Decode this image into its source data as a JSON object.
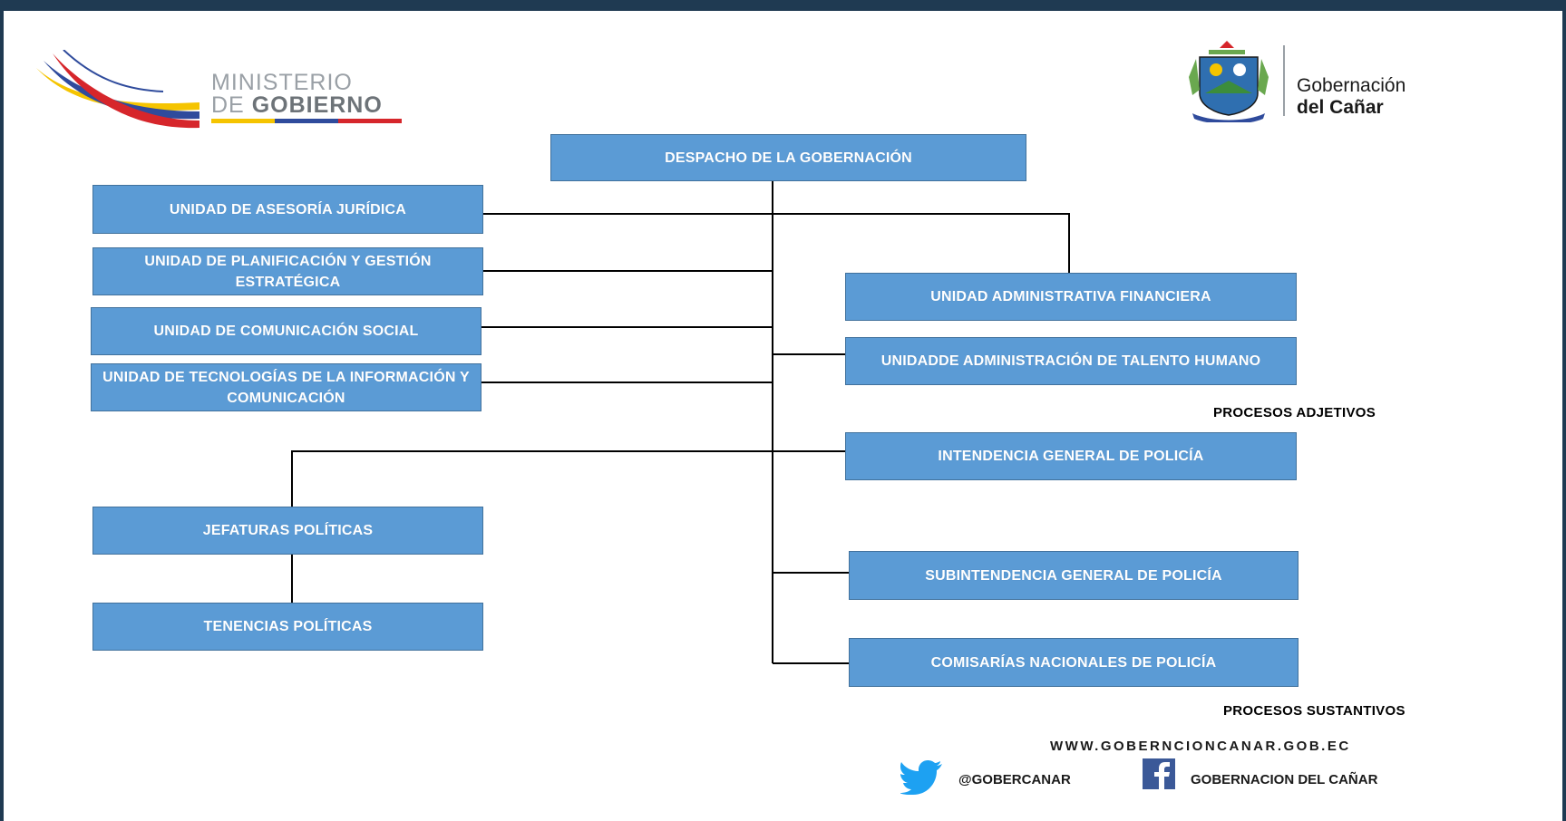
{
  "header": {
    "ministry_line1": "MINISTERIO",
    "ministry_line2_prefix": "DE",
    "ministry_line2_bold": "GOBIERNO",
    "gob_line1": "Gobernación",
    "gob_line2": "del Cañar",
    "colors": {
      "yellow": "#f5c400",
      "blue": "#2f4b9c",
      "red": "#d6262b",
      "chart_box": "#5b9bd5"
    }
  },
  "org": {
    "root": "DESPACHO DE LA GOBERNACIÓN",
    "left_units": [
      "UNIDAD DE ASESORÍA JURÍDICA",
      "UNIDAD DE PLANIFICACIÓN Y GESTIÓN ESTRATÉGICA",
      "UNIDAD DE COMUNICACIÓN SOCIAL",
      "UNIDAD DE TECNOLOGÍAS DE LA INFORMACIÓN Y COMUNICACIÓN"
    ],
    "adjective_units": [
      "UNIDAD ADMINISTRATIVA FINANCIERA",
      "UNIDADDE ADMINISTRACIÓN DE TALENTO HUMANO"
    ],
    "adjective_label": "PROCESOS ADJETIVOS",
    "substantive_units": [
      "INTENDENCIA GENERAL DE POLICÍA",
      "SUBINTENDENCIA GENERAL DE POLICÍA",
      "COMISARÍAS NACIONALES DE POLICÍA"
    ],
    "political_units": [
      "JEFATURAS POLÍTICAS",
      "TENENCIAS POLÍTICAS"
    ],
    "substantive_label": "PROCESOS SUSTANTIVOS"
  },
  "footer": {
    "website": "WWW.GOBERNCIONCANAR.GOB.EC",
    "twitter": "@GOBERCANAR",
    "facebook": "GOBERNACION DEL CAÑAR"
  }
}
